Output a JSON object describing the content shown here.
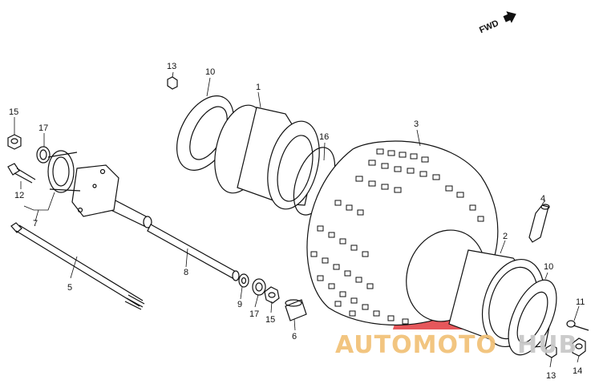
{
  "fwd_label": "FWD",
  "callouts": {
    "n1": "1",
    "n2": "2",
    "n3": "3",
    "n4": "4",
    "n5": "5",
    "n6": "6",
    "n7": "7",
    "n8": "8",
    "n9": "9",
    "n10a": "10",
    "n10b": "10",
    "n11": "11",
    "n12": "12",
    "n13a": "13",
    "n13b": "13",
    "n14": "14",
    "n15a": "15",
    "n15b": "15",
    "n16": "16",
    "n17a": "17",
    "n17b": "17"
  },
  "watermark": {
    "text_a": "AUTOMOTO",
    "text_b": "HUB",
    "color_a": "#f2c27a",
    "color_b": "#c9c9c9",
    "logo_color": "#e0393e"
  },
  "colors": {
    "line": "#111111",
    "background": "#ffffff"
  }
}
